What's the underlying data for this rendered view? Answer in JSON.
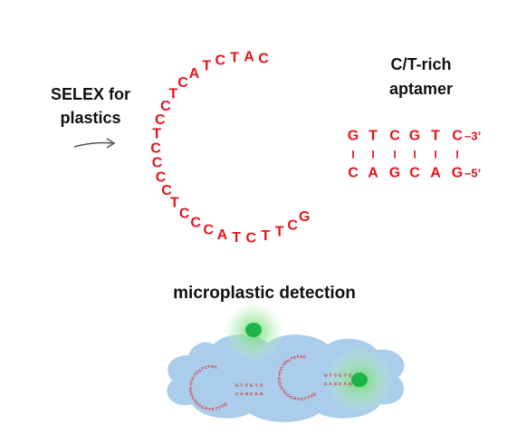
{
  "labels": {
    "selex_line1": "SELEX for",
    "selex_line2": "plastics",
    "aptamer_line1": "C/T-rich",
    "aptamer_line2": "aptamer",
    "detection": "microplastic detection"
  },
  "aptamer": {
    "loop_sequence": [
      "G",
      "C",
      "T",
      "T",
      "C",
      "T",
      "A",
      "C",
      "C",
      "C",
      "T",
      "C",
      "C",
      "C",
      "C",
      "T",
      "C",
      "C",
      "T",
      "C",
      "A",
      "T",
      "C",
      "T",
      "A",
      "C"
    ],
    "stem_top": [
      "G",
      "T",
      "C",
      "G",
      "T",
      "C"
    ],
    "stem_bottom": [
      "C",
      "A",
      "G",
      "C",
      "A",
      "G"
    ],
    "top_end_label": "–3’",
    "bottom_end_label": "–5’",
    "pair_mark": "I"
  },
  "colors": {
    "sequence_red": "#e8121a",
    "text_black": "#111111",
    "arrow_gray": "#555555",
    "cloud_blue": "#a9cdea",
    "particle_green": "#1db54a",
    "glow_green": "#7fdc7f"
  },
  "icons": {
    "arrow": "right-arrow-icon",
    "particle": "microplastic-particle-icon",
    "cloud": "plastic-cloud-icon"
  }
}
